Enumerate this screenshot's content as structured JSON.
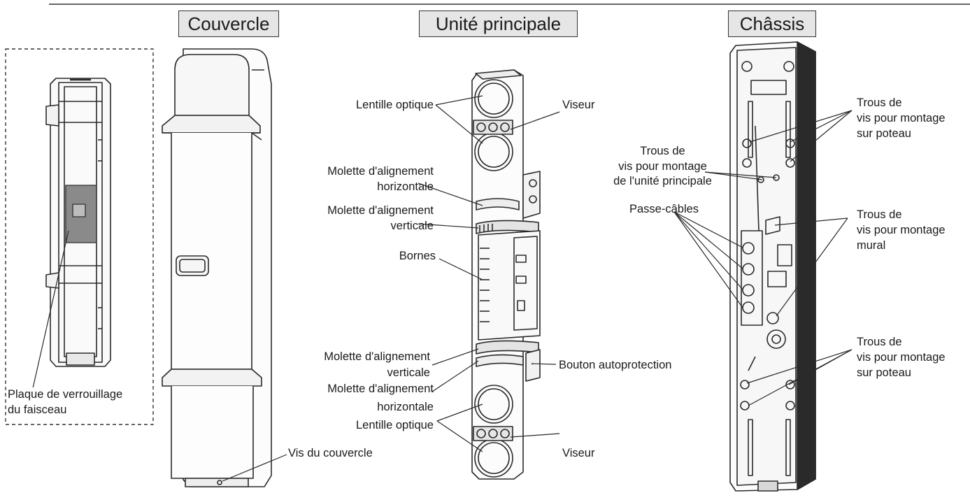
{
  "titles": {
    "cover": "Couvercle",
    "main_unit": "Unité principale",
    "chassis": "Châssis"
  },
  "cover_labels": {
    "beam_plate_line1": "Plaque de verrouillage",
    "beam_plate_line2": "du faisceau",
    "cover_screw": "Vis du couvercle"
  },
  "main_labels": {
    "optical_lens_top": "Lentille optique",
    "viewfinder_top": "Viseur",
    "h_align_top_line1": "Molette d'alignement",
    "h_align_top_line2": "horizontale",
    "v_align_top_line1": "Molette d'alignement",
    "v_align_top_line2": "verticale",
    "terminals": "Bornes",
    "v_align_bottom_line1": "Molette d'alignement",
    "v_align_bottom_line2": "verticale",
    "h_align_bottom_line1": "Molette d'alignement",
    "h_align_bottom_line2": "horizontale",
    "optical_lens_bottom": "Lentille optique",
    "viewfinder_bottom": "Viseur",
    "tamper_button": "Bouton autoprotection"
  },
  "chassis_labels": {
    "pole_holes_top_line1": "Trous de",
    "pole_holes_top_line2": "vis pour montage",
    "pole_holes_top_line3": "sur poteau",
    "main_unit_holes_line1": "Trous de",
    "main_unit_holes_line2": "vis pour montage",
    "main_unit_holes_line3": "de l'unité principale",
    "cable_glands": "Passe-câbles",
    "wall_holes_line1": "Trous de",
    "wall_holes_line2": "vis pour montage",
    "wall_holes_line3": "mural",
    "pole_holes_bottom_line1": "Trous de",
    "pole_holes_bottom_line2": "vis pour montage",
    "pole_holes_bottom_line3": "sur poteau"
  }
}
